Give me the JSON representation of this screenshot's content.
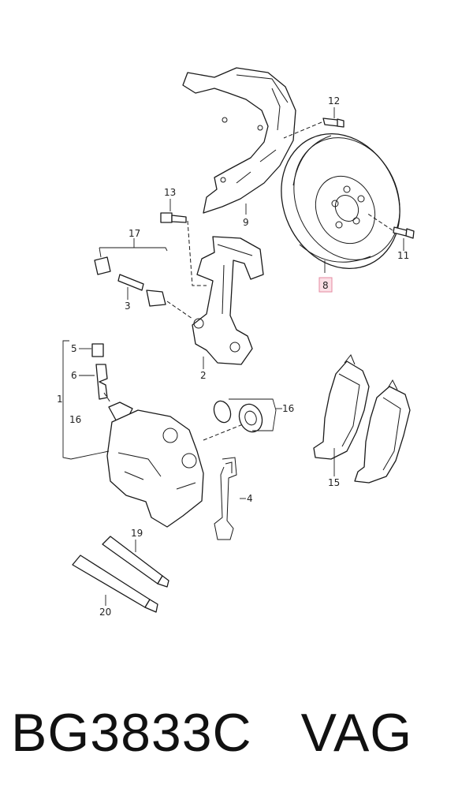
{
  "callouts": {
    "c1": "1",
    "c2": "2",
    "c3": "3",
    "c4": "4",
    "c5": "5",
    "c6": "6",
    "c8": "8",
    "c9": "9",
    "c11": "11",
    "c12": "12",
    "c13": "13",
    "c15": "15",
    "c16a": "16",
    "c16b": "16",
    "c17": "17",
    "c19": "19",
    "c20": "20"
  },
  "highlight_color": "#f4a9b8",
  "footer": {
    "part_number": "BG3833C",
    "brand": "VAG"
  }
}
